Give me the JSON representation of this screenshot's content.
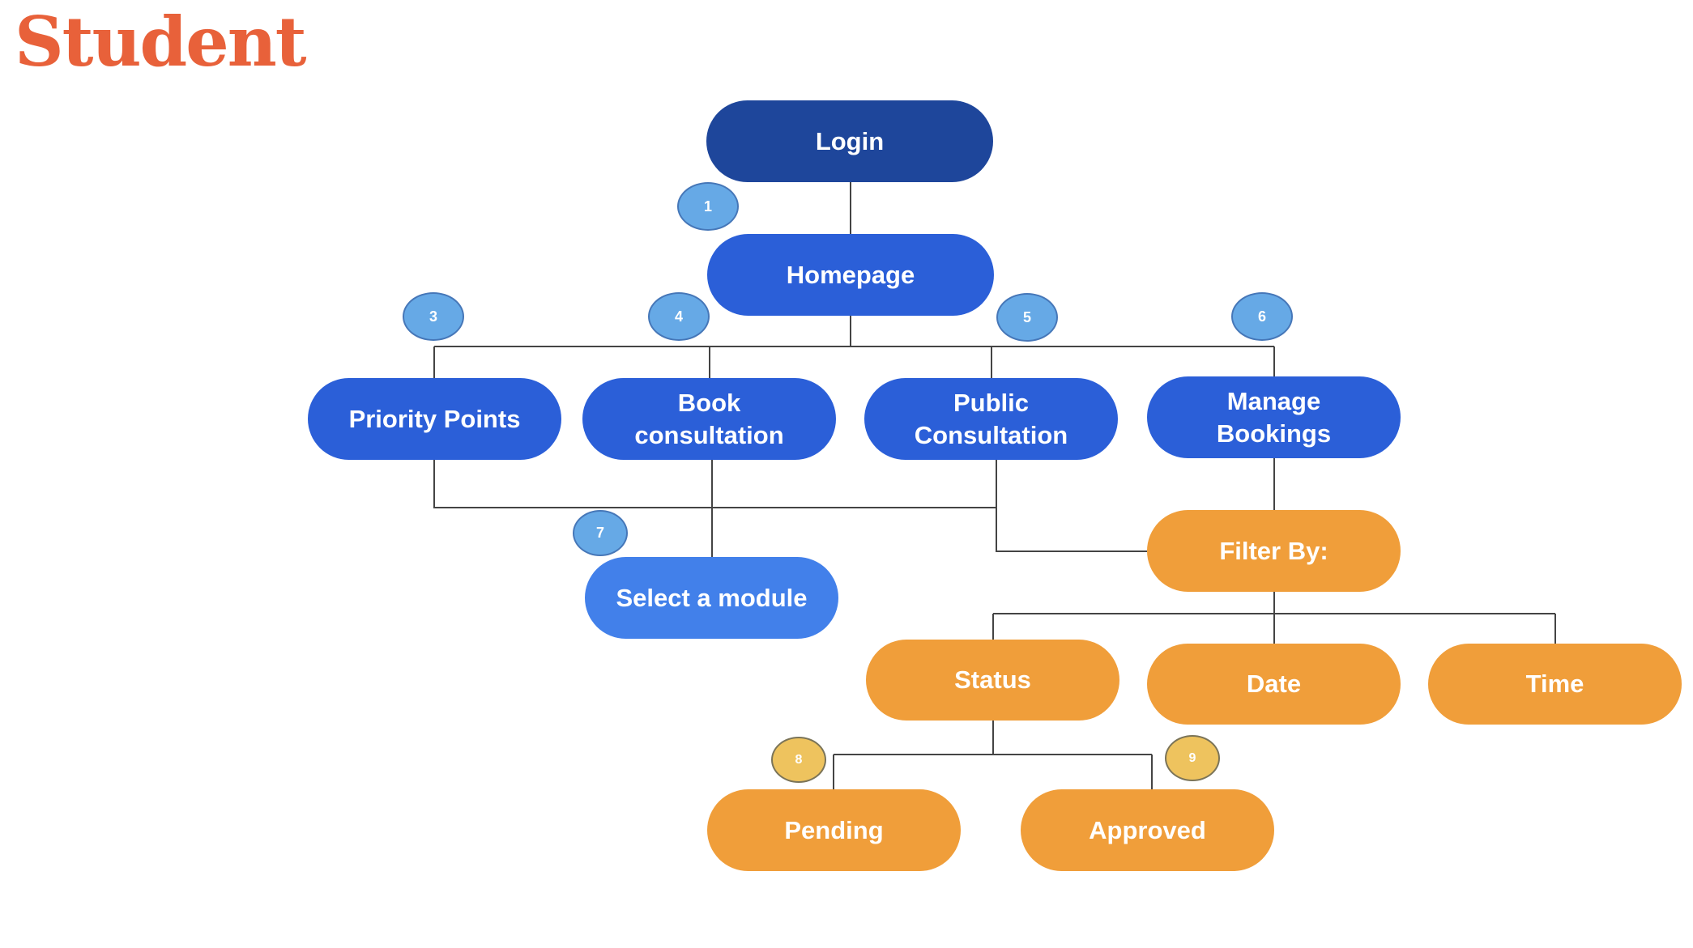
{
  "header": {
    "title": "Student"
  },
  "nodes": {
    "login": "Login",
    "homepage": "Homepage",
    "priority_points": "Priority Points",
    "book_consultation_1": "Book",
    "book_consultation_2": "consultation",
    "public_consultation_1": "Public",
    "public_consultation_2": "Consultation",
    "manage_bookings_1": "Manage",
    "manage_bookings_2": "Bookings",
    "select_module": "Select a module",
    "filter_by": "Filter By:",
    "status": "Status",
    "date": "Date",
    "time": "Time",
    "pending": "Pending",
    "approved": "Approved"
  },
  "badges": {
    "b1": "1",
    "b3": "3",
    "b4": "4",
    "b5": "5",
    "b6": "6",
    "b7": "7",
    "b8": "8",
    "b9": "9"
  },
  "colors": {
    "title": "#e8613a",
    "login_node": "#1e469b",
    "primary_node": "#2b5fd8",
    "module_node": "#4280ea",
    "filter_node": "#f09e3a",
    "badge_blue": "#66a9e6",
    "badge_gold": "#eec35e",
    "connector": "#444444"
  }
}
